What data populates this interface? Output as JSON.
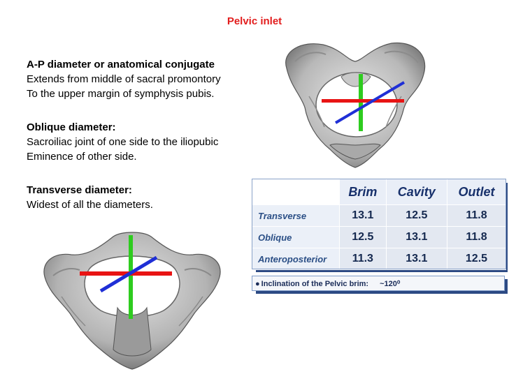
{
  "title": "Pelvic inlet",
  "blocks": [
    {
      "heading": "A-P diameter or anatomical conjugate",
      "lines": [
        "Extends from middle of sacral promontory",
        "To the upper margin of symphysis pubis."
      ]
    },
    {
      "heading": "Oblique diameter:",
      "lines": [
        "Sacroiliac joint of one side to the iliopubic",
        "Eminence of other side."
      ]
    },
    {
      "heading": "Transverse diameter:",
      "lines": [
        "Widest of all the diameters."
      ]
    }
  ],
  "table": {
    "columns": [
      "Brim",
      "Cavity",
      "Outlet"
    ],
    "rows": [
      {
        "label": "Transverse",
        "values": [
          "13.1",
          "12.5",
          "11.8"
        ]
      },
      {
        "label": "Oblique",
        "values": [
          "12.5",
          "13.1",
          "11.8"
        ]
      },
      {
        "label": "Anteroposterior",
        "values": [
          "11.3",
          "13.1",
          "12.5"
        ]
      }
    ]
  },
  "note": {
    "bullet": "●",
    "text": "Inclination of the Pelvic brim:",
    "value": "~120⁰"
  },
  "colors": {
    "title": "#e21d1d",
    "ap_line": "#2ecc1f",
    "transverse_line": "#e81414",
    "oblique_line": "#1f2fd6",
    "table_text": "#17306b"
  },
  "images": {
    "top": "pelvis-bone-illustration",
    "bottom": "pelvis-bone-illustration"
  }
}
